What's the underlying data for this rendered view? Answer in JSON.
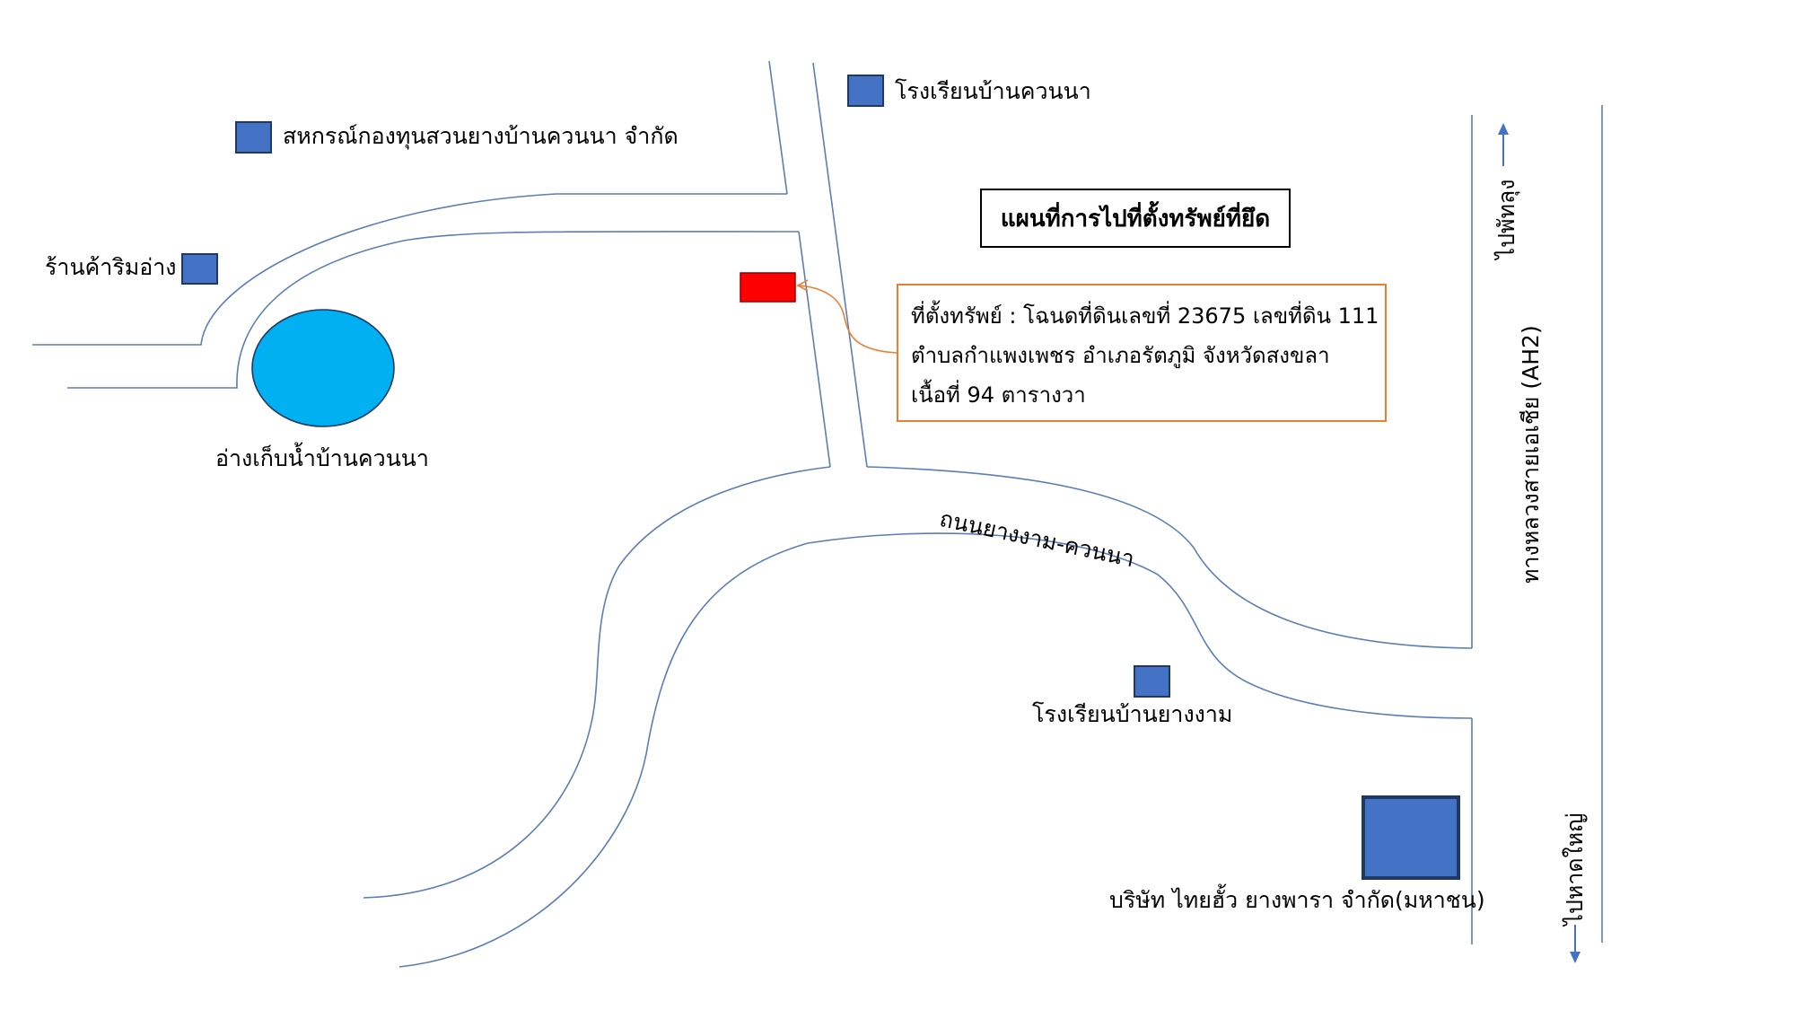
{
  "title": "แผนที่การไปที่ตั้งทรัพย์ที่ยึด",
  "property_info": {
    "line1": "ที่ตั้งทรัพย์ : โฉนดที่ดินเลขที่ 23675 เลขที่ดิน 111",
    "line2": "ตำบลกำแพงเพชร อำเภอรัตภูมิ จังหวัดสงขลา",
    "line3": "เนื้อที่ 94 ตารางวา"
  },
  "landmarks": {
    "cooperative": "สหกรณ์กองทุนสวนยางบ้านควนนา จำกัด",
    "school_khuan_na": "โรงเรียนบ้านควนนา",
    "shop": "ร้านค้าริมอ่าง",
    "reservoir": "อ่างเก็บน้ำบ้านควนนา",
    "school_yang_ngam": "โรงเรียนบ้านยางงาม",
    "company": "บริษัท ไทยฮั้ว ยางพารา จำกัด(มหาชน)"
  },
  "roads": {
    "yang_ngam_road": "ถนนยางงาม-ควนนา",
    "highway": "ทางหลวงสายเอเชีย (AH2)",
    "to_phatthalung": "ไปพัทลุง",
    "to_hat_yai": "ไปหาดใหญ่"
  },
  "colors": {
    "road": "#5B7DB8",
    "landmark": "#4472C4",
    "landmark_border": "#1F3864",
    "property": "#FF0000",
    "reservoir": "#00B0F0",
    "callout": "#ED7D31"
  }
}
